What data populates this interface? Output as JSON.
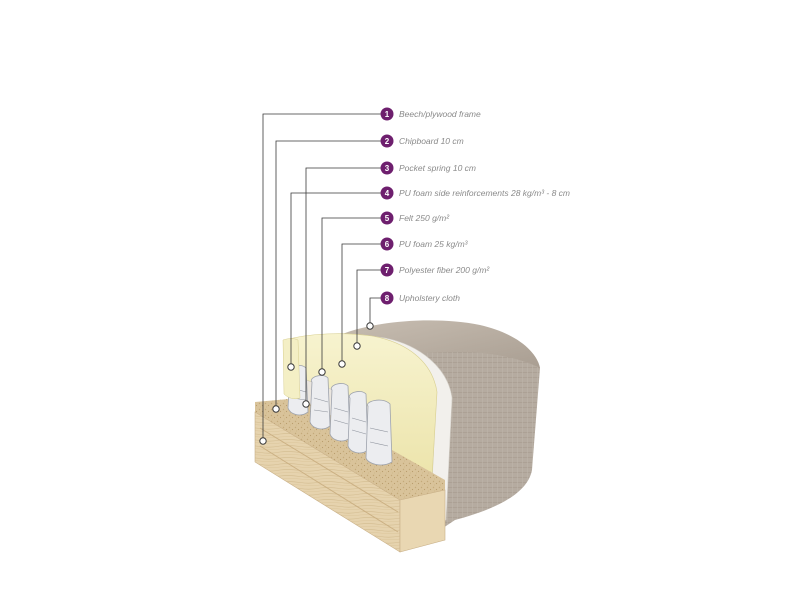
{
  "accent_color": "#6e1f6e",
  "layers": [
    {
      "number": "1",
      "text": "Beech/plywood frame"
    },
    {
      "number": "2",
      "text": "Chipboard 10 cm"
    },
    {
      "number": "3",
      "text": "Pocket spring 10 cm"
    },
    {
      "number": "4",
      "text": "PU foam side reinforcements 28 kg/m³ - 8 cm"
    },
    {
      "number": "5",
      "text": "Felt 250 g/m²"
    },
    {
      "number": "6",
      "text": "PU foam 25 kg/m³"
    },
    {
      "number": "7",
      "text": "Polyester fiber 200 g/m²"
    },
    {
      "number": "8",
      "text": "Upholstery cloth"
    }
  ]
}
